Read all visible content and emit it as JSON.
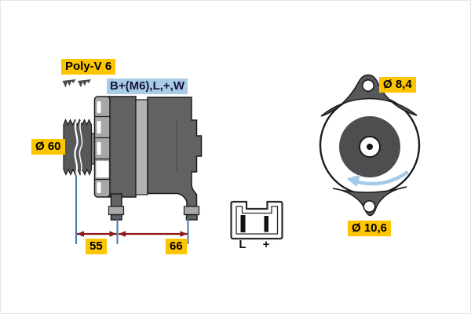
{
  "diagram": {
    "belt_type_label": "Poly-V 6",
    "terminals_label": "B+(M6),L,+,W",
    "pulley_diameter_label": "Ø 60",
    "mount_hole_front_label": "Ø 8,4",
    "mount_hole_rear_label": "Ø 10,6",
    "dimension_pulley_to_front_foot": "55",
    "dimension_front_to_rear_foot": "66",
    "connector": {
      "pin_left": "L",
      "pin_right": "+"
    }
  },
  "icons": {
    "belt_profile": "belt-profile-icon",
    "rotation_arrow": "rotation-direction-arrow"
  },
  "colors": {
    "highlight_yellow": "#FDC500",
    "highlight_blue": "#A9CBE5",
    "dimension_line_red": "#8C1713",
    "extension_line_blue": "#4679B2",
    "rotation_arrow_blue": "#A3CBE9",
    "body_dark_gray": "#616264",
    "body_light_gray": "#B2B2B4",
    "pulley_gray": "#57585A",
    "rotor_face_gray": "#4E4E50"
  }
}
